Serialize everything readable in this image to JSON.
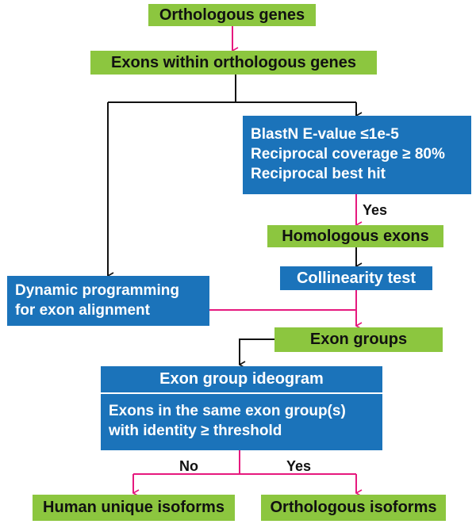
{
  "nodes": {
    "orthologous_genes": "Orthologous genes",
    "exons_within": "Exons within orthologous genes",
    "blast_criteria": [
      "BlastN E-value ≤1e-5",
      "Reciprocal coverage ≥ 80%",
      "Reciprocal best hit"
    ],
    "homologous_exons": "Homologous exons",
    "collinearity_test": "Collinearity test",
    "dynamic_programming": [
      "Dynamic programming",
      "for exon alignment"
    ],
    "exon_groups": "Exon groups",
    "ideogram_title": "Exon group ideogram",
    "ideogram_body": [
      "Exons in the same exon group(s)",
      "with identity ≥ threshold"
    ],
    "human_unique": "Human unique isoforms",
    "orthologous_isoforms": "Orthologous isoforms"
  },
  "edge_labels": {
    "yes_blast": "Yes",
    "no": "No",
    "yes": "Yes"
  },
  "colors": {
    "green": "#8cc63f",
    "blue": "#1b73ba",
    "arrow_pink": "#e6197e",
    "arrow_black": "#111111"
  }
}
